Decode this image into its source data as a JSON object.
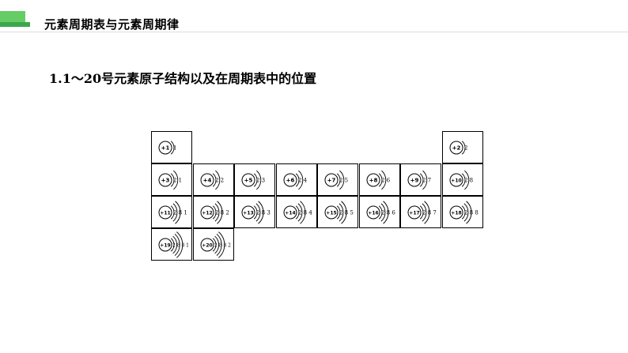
{
  "header": {
    "title": "元素周期表与元素周期律"
  },
  "section": {
    "title": "1.1～20号元素原子结构以及在周期表中的位置"
  },
  "elements": [
    {
      "charge": "+1",
      "shells": "1",
      "row": 1,
      "col": 1
    },
    {
      "charge": "+2",
      "shells": "2",
      "row": 1,
      "col": 8
    },
    {
      "charge": "+3",
      "shells": "2 1",
      "row": 2,
      "col": 1
    },
    {
      "charge": "+4",
      "shells": "2 2",
      "row": 2,
      "col": 2
    },
    {
      "charge": "+5",
      "shells": "2 3",
      "row": 2,
      "col": 3
    },
    {
      "charge": "+6",
      "shells": "2 4",
      "row": 2,
      "col": 4
    },
    {
      "charge": "+7",
      "shells": "2 5",
      "row": 2,
      "col": 5
    },
    {
      "charge": "+8",
      "shells": "2 6",
      "row": 2,
      "col": 6
    },
    {
      "charge": "+9",
      "shells": "2 7",
      "row": 2,
      "col": 7
    },
    {
      "charge": "+10",
      "shells": "2 8",
      "row": 2,
      "col": 8
    },
    {
      "charge": "+11",
      "shells": "2 8 1",
      "row": 3,
      "col": 1
    },
    {
      "charge": "+12",
      "shells": "2 8 2",
      "row": 3,
      "col": 2
    },
    {
      "charge": "+13",
      "shells": "2 8 3",
      "row": 3,
      "col": 3
    },
    {
      "charge": "+14",
      "shells": "2 8 4",
      "row": 3,
      "col": 4
    },
    {
      "charge": "+15",
      "shells": "2 8 5",
      "row": 3,
      "col": 5
    },
    {
      "charge": "+16",
      "shells": "2 8 6",
      "row": 3,
      "col": 6
    },
    {
      "charge": "+17",
      "shells": "2 8 7",
      "row": 3,
      "col": 7
    },
    {
      "charge": "+18",
      "shells": "2 8 8",
      "row": 3,
      "col": 8
    },
    {
      "charge": "+19",
      "shells": "2 8 8 1",
      "row": 4,
      "col": 1
    },
    {
      "charge": "+20",
      "shells": "2 8 8 2",
      "row": 4,
      "col": 2
    }
  ]
}
